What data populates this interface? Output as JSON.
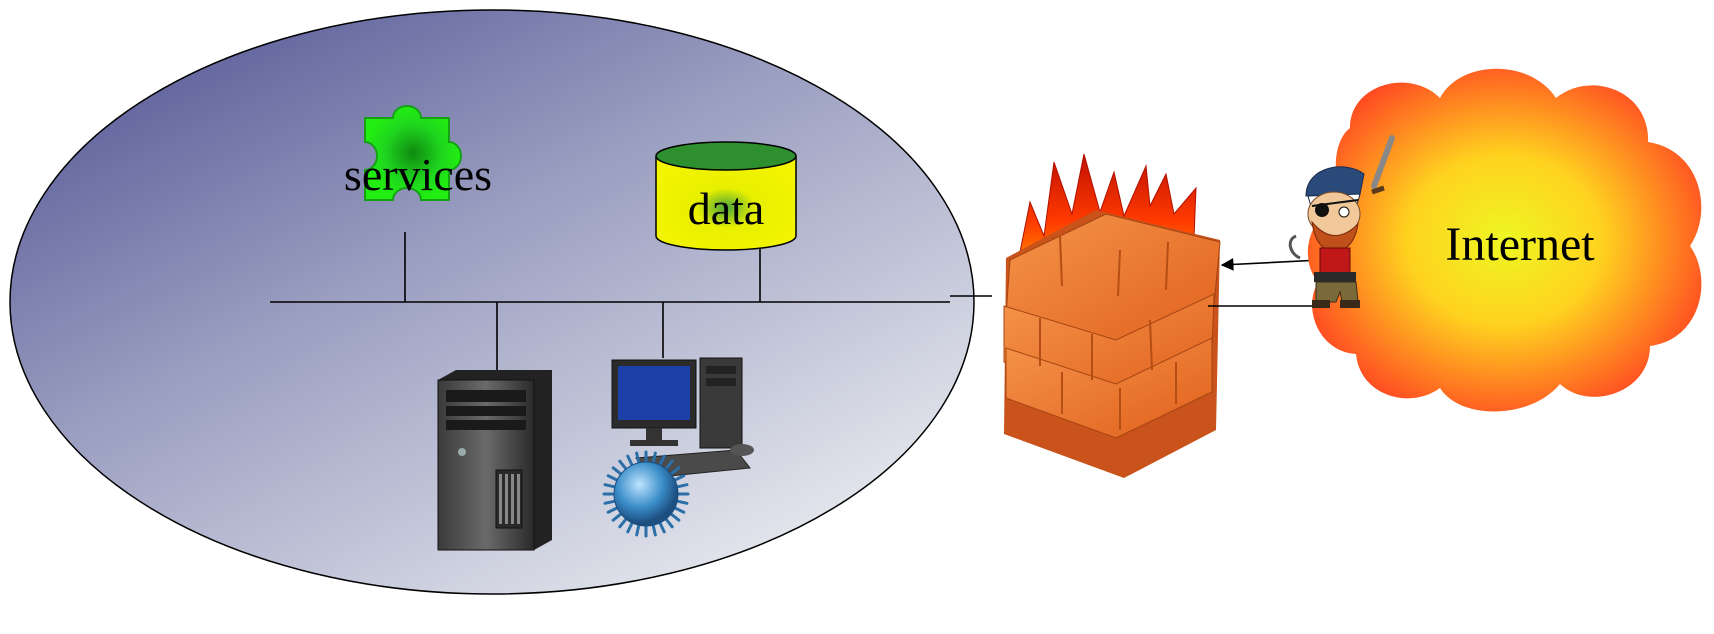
{
  "labels": {
    "services": "services",
    "data": "data",
    "internet": "Internet"
  },
  "colors": {
    "network_gradient_dark": "#4a4d8f",
    "network_gradient_light": "#eef0f3",
    "puzzle": "#22ee11",
    "database_body": "#f4f400",
    "database_top": "#2d8f2d",
    "brick": "#f07a30",
    "flame": "#ff3a00",
    "cloud_outer": "#ff4a22",
    "cloud_inner": "#eef722",
    "virus": "#3a8ec9"
  },
  "icons": {
    "services": "puzzle-piece-icon",
    "data": "database-icon",
    "server": "server-tower-icon",
    "workstation": "desktop-computer-icon",
    "virus": "virus-icon",
    "firewall": "firewall-icon",
    "attacker": "pirate-icon",
    "internet": "cloud-icon"
  }
}
